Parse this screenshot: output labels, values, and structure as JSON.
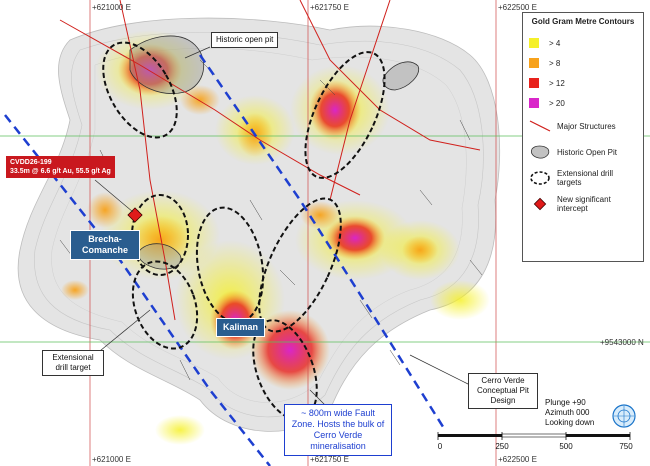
{
  "grid": {
    "eastings": [
      "+621000 E",
      "+621750 E",
      "+622500 E"
    ],
    "northings": [
      "+9543000 N"
    ]
  },
  "callouts": {
    "historic_open_pit": "Historic open pit",
    "extensional_drill_target": "Extensional drill target",
    "cerro_verde_pit": "Cerro Verde Conceptual Pit Design"
  },
  "place_labels": {
    "brecha_comanche": "Brecha- Comanche",
    "kaliman": "Kaliman"
  },
  "intercept": {
    "hole_id": "CVDD26-199",
    "result": "33.5m @ 6.6 g/t Au, 55.5 g/t Ag"
  },
  "fault_note": "~ 800m wide Fault Zone. Hosts the bulk of Cerro Verde mineralisation",
  "legend": {
    "title": "Gold Gram Metre Contours",
    "grades": [
      {
        "label": "> 4",
        "color": "#f5f02a"
      },
      {
        "label": "> 8",
        "color": "#f7a21b"
      },
      {
        "label": "> 12",
        "color": "#e8221c"
      },
      {
        "label": "> 20",
        "color": "#d926c9"
      }
    ],
    "major_structures": "Major Structures",
    "historic_pit": "Historic Open Pit",
    "extensional_targets": "Extensional drill targets",
    "new_intercept": "New significant intercept"
  },
  "view": {
    "plunge": "Plunge +90",
    "azimuth": "Azimuth 000",
    "looking": "Looking down"
  },
  "scale": {
    "ticks": [
      "0",
      "250",
      "500",
      "750"
    ]
  },
  "colors": {
    "fault_line": "#1e3fd0",
    "structure_line": "#d0201c",
    "grid_line": "#d04848",
    "grid_line_green": "#5cbf5c",
    "intercept_marker": "#e01a1a",
    "callout_blue": "#2a5d8f"
  }
}
